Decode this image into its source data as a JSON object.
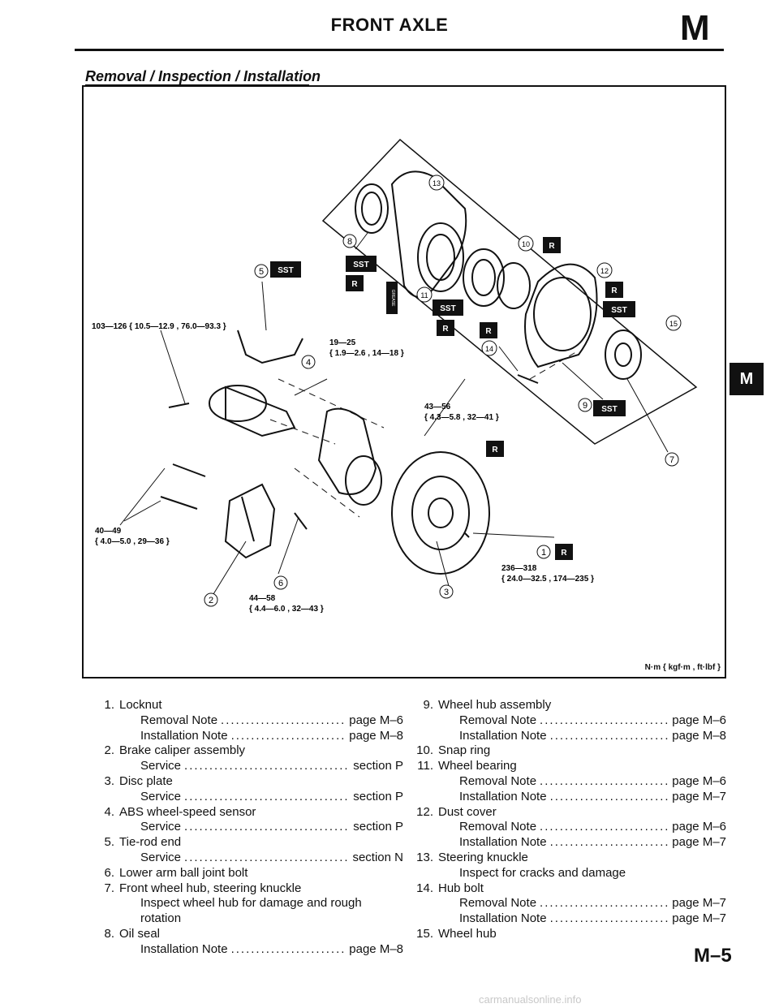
{
  "header": {
    "title": "FRONT AXLE",
    "letter": "M"
  },
  "section_title": "Removal / Inspection / Installation",
  "side_tab": "M",
  "diagram": {
    "callouts": [
      "1",
      "2",
      "3",
      "4",
      "5",
      "6",
      "7",
      "8",
      "9",
      "10",
      "11",
      "12",
      "13",
      "14",
      "15"
    ],
    "badges": [
      "SST",
      "R",
      "GREASE"
    ],
    "torque_labels": [
      {
        "line1": "103—126 { 10.5—12.9 , 76.0—93.3 }",
        "line2": ""
      },
      {
        "line1": "19—25",
        "line2": "{ 1.9—2.6 , 14—18 }"
      },
      {
        "line1": "43—56",
        "line2": "{ 4.3—5.8 , 32—41 }"
      },
      {
        "line1": "40—49",
        "line2": "{ 4.0—5.0 , 29—36 }"
      },
      {
        "line1": "44—58",
        "line2": "{ 4.4—6.0 , 32—43 }"
      },
      {
        "line1": "236—318",
        "line2": "{ 24.0—32.5 , 174—235 }"
      }
    ],
    "units_note": "N·m { kgf·m , ft·lbf }"
  },
  "parts_left": [
    {
      "num": "1.",
      "name": "Locknut",
      "subs": [
        {
          "label": "Removal Note",
          "ref": "page M–6"
        },
        {
          "label": "Installation Note",
          "ref": "page M–8"
        }
      ],
      "notes": []
    },
    {
      "num": "2.",
      "name": "Brake caliper assembly",
      "subs": [
        {
          "label": "Service",
          "ref": "section P"
        }
      ],
      "notes": []
    },
    {
      "num": "3.",
      "name": "Disc plate",
      "subs": [
        {
          "label": "Service",
          "ref": "section P"
        }
      ],
      "notes": []
    },
    {
      "num": "4.",
      "name": "ABS wheel-speed sensor",
      "subs": [
        {
          "label": "Service",
          "ref": "section P"
        }
      ],
      "notes": []
    },
    {
      "num": "5.",
      "name": "Tie-rod end",
      "subs": [
        {
          "label": "Service",
          "ref": "section N"
        }
      ],
      "notes": []
    },
    {
      "num": "6.",
      "name": "Lower arm ball joint bolt",
      "subs": [],
      "notes": []
    },
    {
      "num": "7.",
      "name": "Front wheel hub, steering knuckle",
      "subs": [],
      "notes": [
        "Inspect wheel hub for damage and rough",
        "rotation"
      ]
    },
    {
      "num": "8.",
      "name": "Oil seal",
      "subs": [
        {
          "label": "Installation Note",
          "ref": "page M–8"
        }
      ],
      "notes": []
    }
  ],
  "parts_right": [
    {
      "num": "9.",
      "name": "Wheel hub assembly",
      "subs": [
        {
          "label": "Removal Note",
          "ref": "page M–6"
        },
        {
          "label": "Installation Note",
          "ref": "page M–8"
        }
      ],
      "notes": []
    },
    {
      "num": "10.",
      "name": "Snap ring",
      "subs": [],
      "notes": []
    },
    {
      "num": "11.",
      "name": "Wheel bearing",
      "subs": [
        {
          "label": "Removal Note",
          "ref": "page M–6"
        },
        {
          "label": "Installation Note",
          "ref": "page M–7"
        }
      ],
      "notes": []
    },
    {
      "num": "12.",
      "name": "Dust cover",
      "subs": [
        {
          "label": "Removal Note",
          "ref": "page M–6"
        },
        {
          "label": "Installation Note",
          "ref": "page M–7"
        }
      ],
      "notes": []
    },
    {
      "num": "13.",
      "name": "Steering knuckle",
      "subs": [],
      "notes": [
        "Inspect for cracks and damage"
      ]
    },
    {
      "num": "14.",
      "name": "Hub bolt",
      "subs": [
        {
          "label": "Removal Note",
          "ref": "page M–7"
        },
        {
          "label": "Installation Note",
          "ref": "page M–7"
        }
      ],
      "notes": []
    },
    {
      "num": "15.",
      "name": "Wheel hub",
      "subs": [],
      "notes": []
    }
  ],
  "page_number": "M–5",
  "watermark": "carmanualsonline.info"
}
